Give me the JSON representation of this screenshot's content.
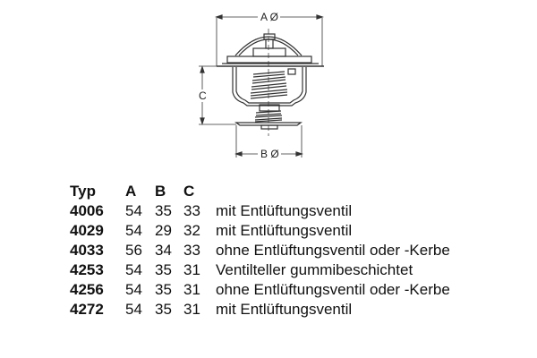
{
  "drawing": {
    "labels": {
      "a": "A Ø",
      "b": "B Ø",
      "c": "C"
    }
  },
  "table": {
    "headers": {
      "typ": "Typ",
      "a": "A",
      "b": "B",
      "c": "C"
    },
    "rows": [
      {
        "typ": "4006",
        "a": "54",
        "b": "35",
        "c": "33",
        "desc": "mit Entlüftungsventil"
      },
      {
        "typ": "4029",
        "a": "54",
        "b": "29",
        "c": "32",
        "desc": "mit Entlüftungsventil"
      },
      {
        "typ": "4033",
        "a": "56",
        "b": "34",
        "c": "33",
        "desc": "ohne Entlüftungsventil oder -Kerbe"
      },
      {
        "typ": "4253",
        "a": "54",
        "b": "35",
        "c": "31",
        "desc": "Ventilteller gummibeschichtet"
      },
      {
        "typ": "4256",
        "a": "54",
        "b": "35",
        "c": "31",
        "desc": "ohne Entlüftungsventil oder -Kerbe"
      },
      {
        "typ": "4272",
        "a": "54",
        "b": "35",
        "c": "31",
        "desc": "mit Entlüftungsventil"
      }
    ]
  }
}
